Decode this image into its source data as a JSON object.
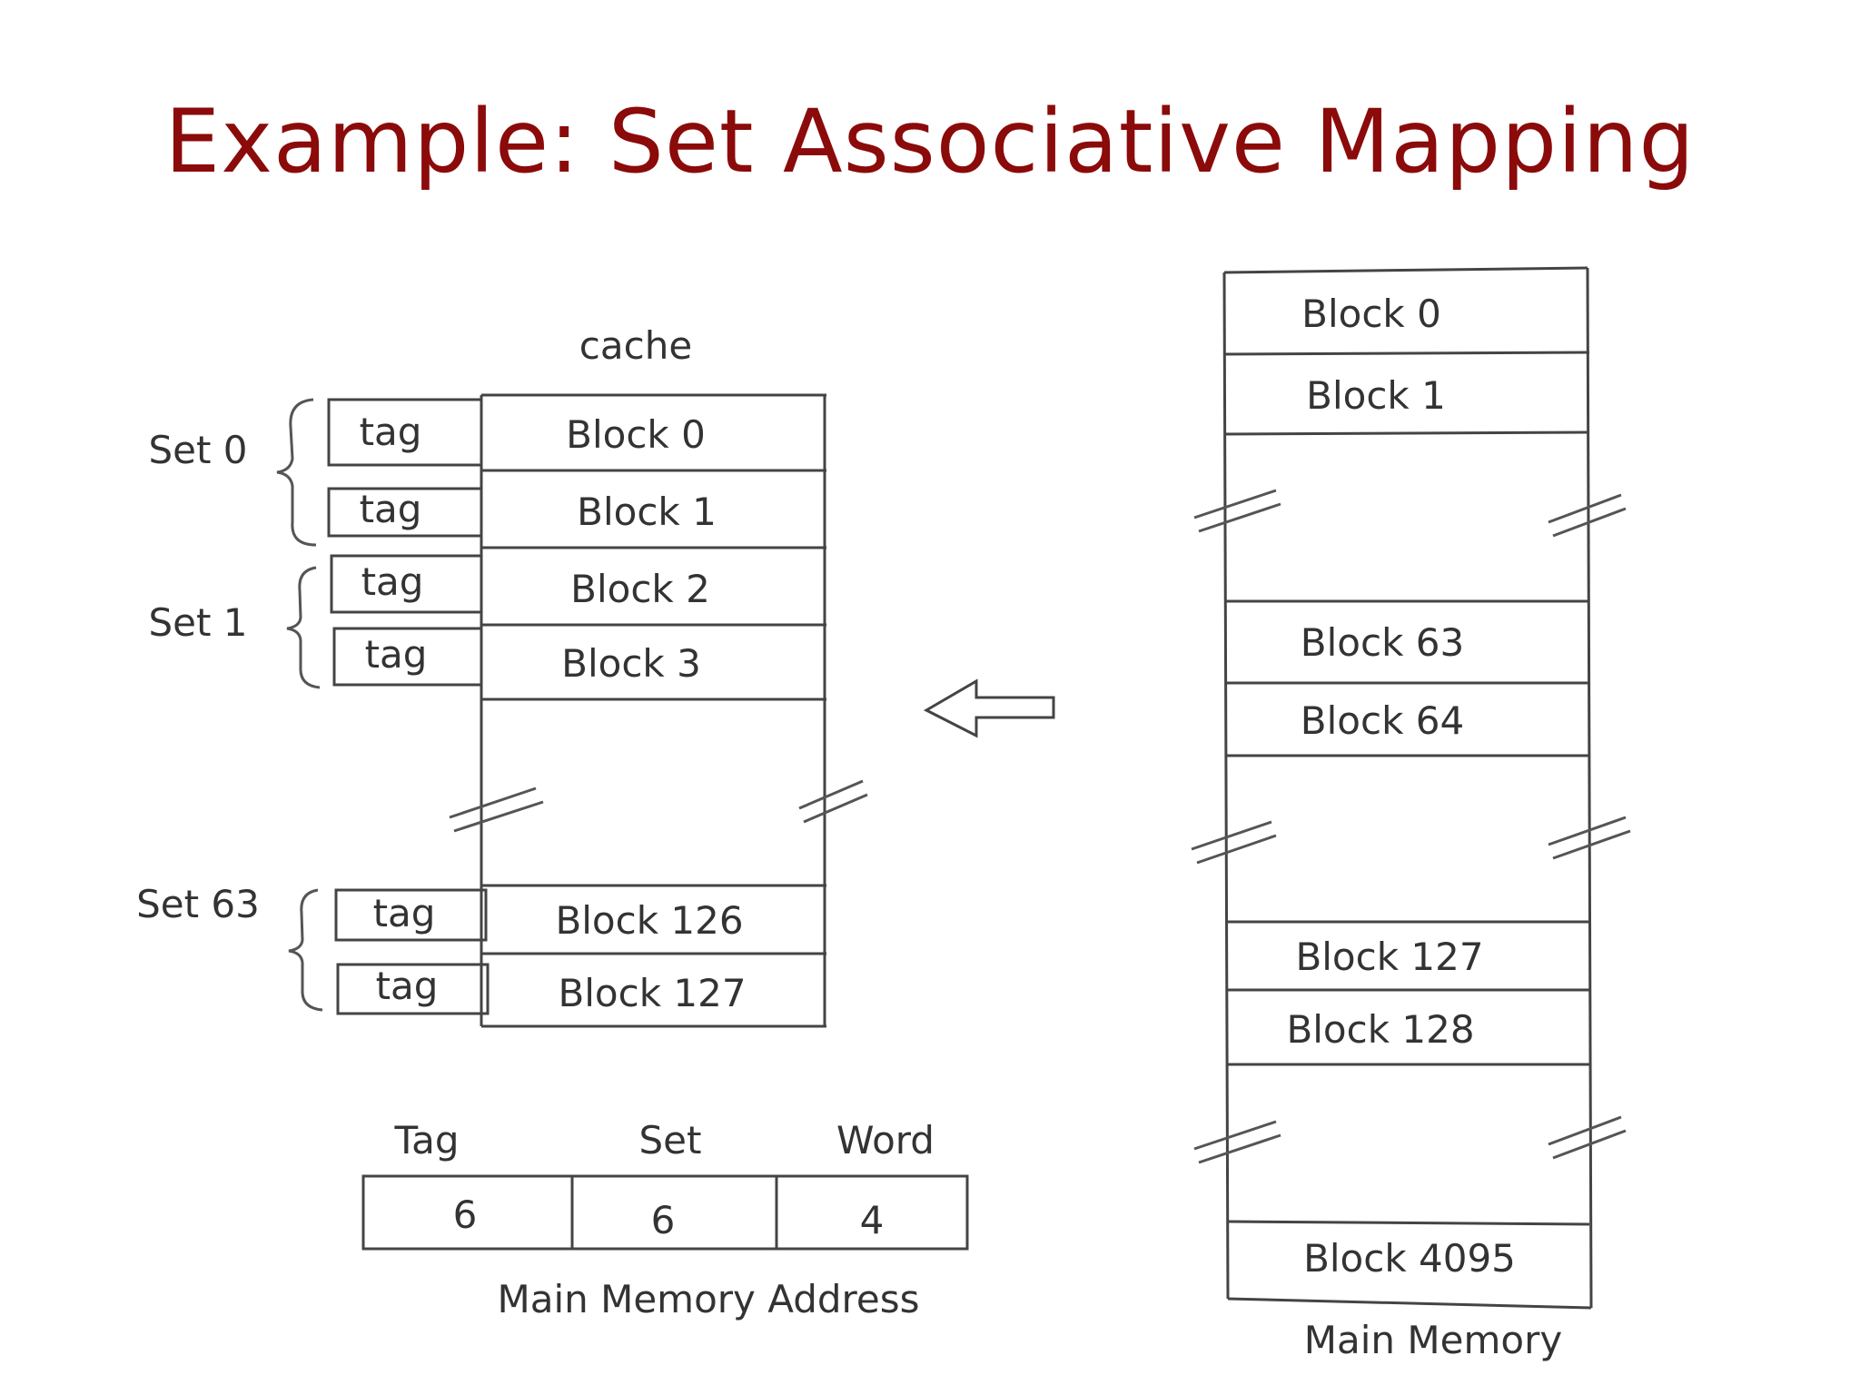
{
  "title": "Example: Set Associative Mapping",
  "cache": {
    "label": "cache",
    "tag_label": "tag",
    "blocks": [
      "Block 0",
      "Block 1",
      "Block 2",
      "Block 3",
      "Block 126",
      "Block 127"
    ],
    "sets": [
      "Set 0",
      "Set 1",
      "Set 63"
    ]
  },
  "address": {
    "fields": [
      {
        "name": "Tag",
        "bits": "6"
      },
      {
        "name": "Set",
        "bits": "6"
      },
      {
        "name": "Word",
        "bits": "4"
      }
    ],
    "caption": "Main Memory Address"
  },
  "main_memory": {
    "blocks": [
      "Block 0",
      "Block 1",
      "Block 63",
      "Block 64",
      "Block 127",
      "Block 128",
      "Block 4095"
    ],
    "caption": "Main Memory"
  },
  "arrow_icon": "left-arrow-icon"
}
